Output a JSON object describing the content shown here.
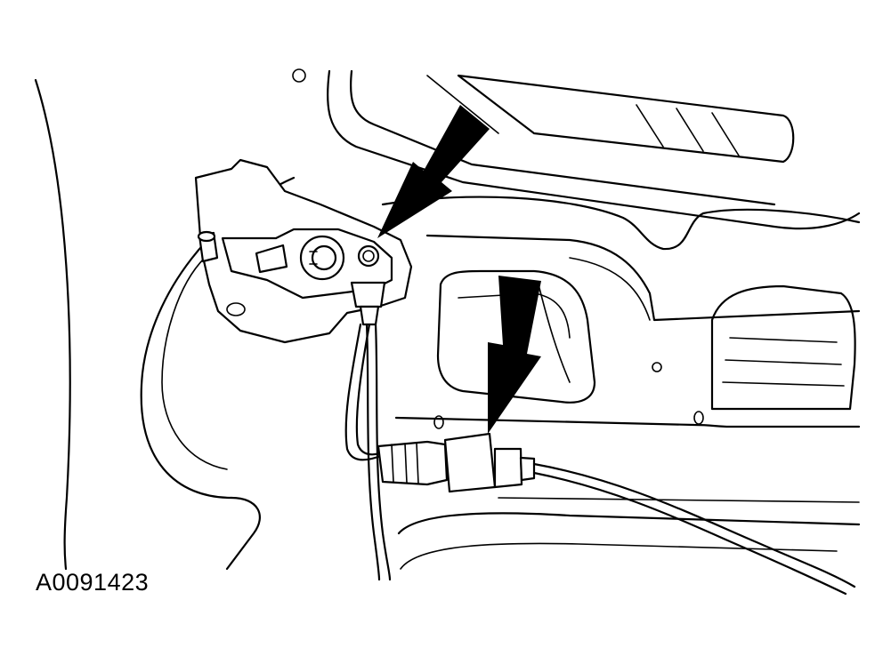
{
  "figure": {
    "id_label": "A0091423",
    "callouts": [
      "arrow-to-ground-bolt",
      "arrow-to-harness-connector"
    ]
  },
  "colors": {
    "line": "#000000",
    "background": "#ffffff"
  }
}
